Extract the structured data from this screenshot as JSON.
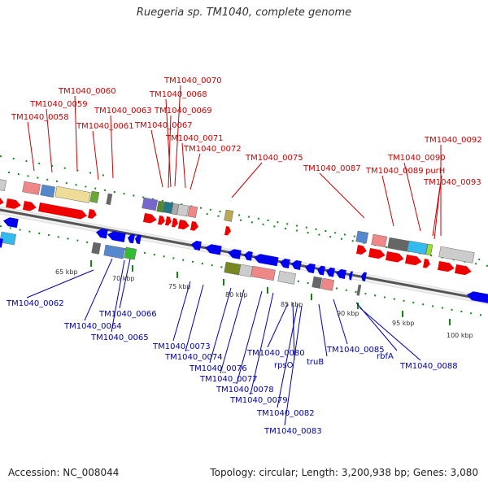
{
  "header": {
    "title": "Ruegeria sp. TM1040, complete genome"
  },
  "footer": {
    "accession": "Accession: NC_008044",
    "summary": "Topology: circular; Length: 3,200,938 bp; Genes: 3,080"
  },
  "colors": {
    "forward_label": "#cc0000",
    "reverse_label": "#0000aa",
    "forward_arrow": "#ee0000",
    "reverse_arrow": "#0000ee",
    "tick_green": "#118811",
    "axis_dark": "#555555",
    "axis_light": "#cccccc"
  },
  "scale": {
    "labels": [
      "65 kbp",
      "70 kbp",
      "75 kbp",
      "80 kbp",
      "85 kbp",
      "90 kbp",
      "95 kbp",
      "100 kbp"
    ]
  },
  "forward_genes": [
    "TM1040_0060",
    "TM1040_0059",
    "TM1040_0058",
    "TM1040_0063",
    "TM1040_0061",
    "TM1040_0070",
    "TM1040_0068",
    "TM1040_0069",
    "TM1040_0067",
    "TM1040_0071",
    "TM1040_0072",
    "TM1040_0075",
    "TM1040_0087",
    "TM1040_0092",
    "TM1040_0090",
    "TM1040_0089",
    "purH",
    "TM1040_0093"
  ],
  "reverse_genes": [
    "TM1040_0062",
    "TM1040_0064",
    "TM1040_0066",
    "TM1040_0065",
    "TM1040_0073",
    "TM1040_0074",
    "TM1040_0076",
    "TM1040_0077",
    "TM1040_0078",
    "TM1040_0079",
    "TM1040_0080",
    "rpsO",
    "truB",
    "TM1040_0082",
    "TM1040_0083",
    "TM1040_0085",
    "rbfA",
    "TM1040_0088"
  ]
}
